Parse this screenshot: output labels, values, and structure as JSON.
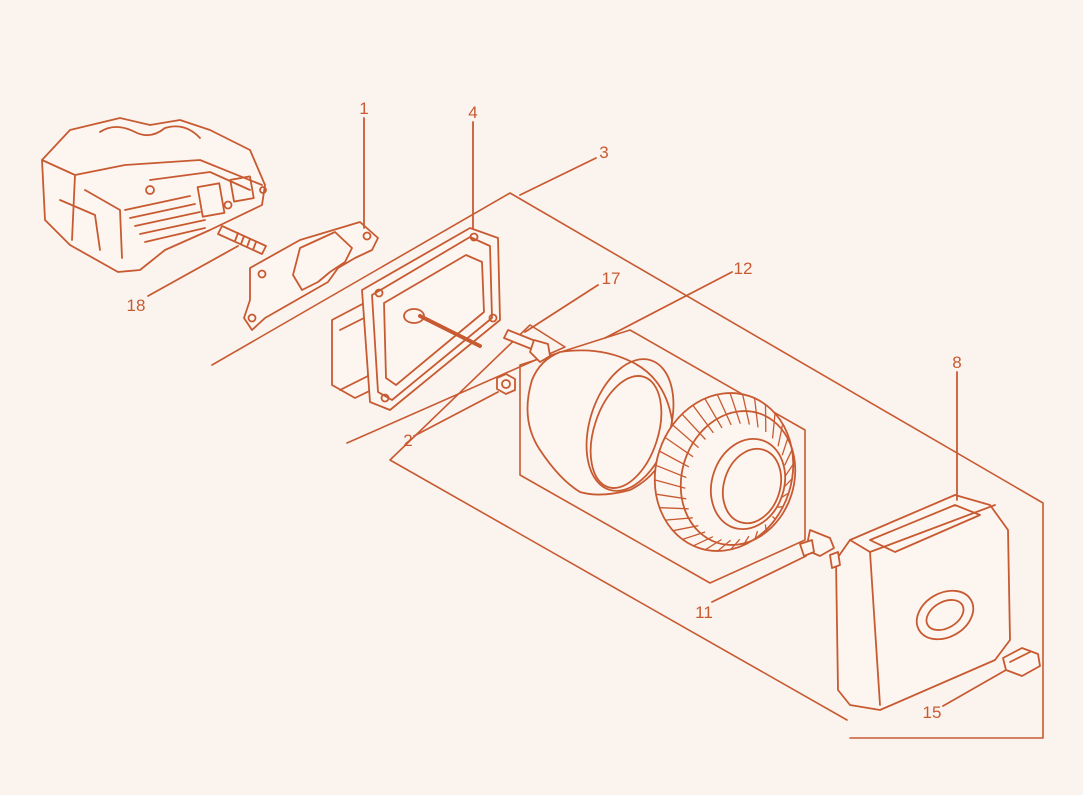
{
  "colors": {
    "line": "#c85a32",
    "background": "#fbf4ee",
    "part_fill": "#fdf6f0",
    "shade": "#e9c1ad"
  },
  "callouts": {
    "c1": "1",
    "c2": "2",
    "c3": "3",
    "c4": "4",
    "c8": "8",
    "c11": "11",
    "c12": "12",
    "c15": "15",
    "c17": "17",
    "c18": "18"
  }
}
